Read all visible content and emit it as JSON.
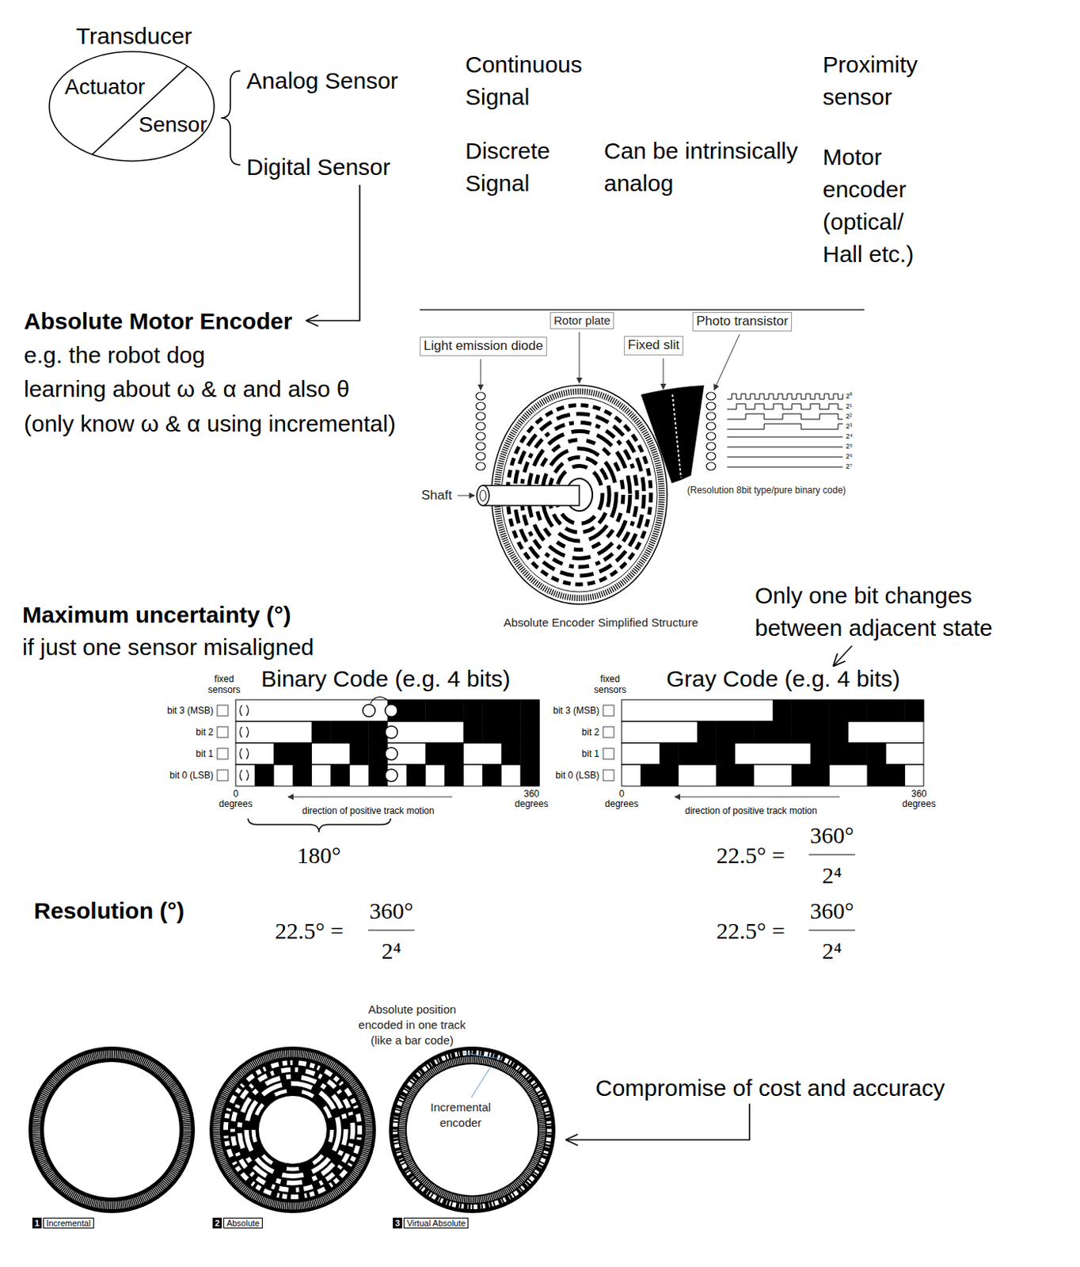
{
  "diagram": {
    "nodes": [
      {
        "text": [
          "Transducer",
          "Actuator",
          "Sensor"
        ]
      },
      {
        "text": [
          "Rotor plate"
        ]
      },
      {
        "text": [
          "Photo transistor"
        ]
      },
      {
        "text": [
          "Light emission diode"
        ]
      },
      {
        "text": [
          "Fixed slit"
        ]
      },
      {
        "text": [
          "1",
          "Incremental"
        ]
      },
      {
        "text": [
          "2",
          "Absolute"
        ]
      },
      {
        "text": [
          "3",
          "Virtual Absolute"
        ]
      }
    ],
    "labels": [
      "Analog Sensor",
      "Digital Sensor",
      "Continuous Signal",
      "Discrete Signal",
      "Can be intrinsically analog",
      "Proximity sensor",
      "Motor encoder (optical/ Hall etc.)",
      "Absolute Motor Encoder",
      "e.g. the robot dog",
      "learning about ω & α and also θ",
      "(only know ω & α using incremental)",
      "Shaft",
      "2⁰",
      "2¹",
      "2²",
      "2³",
      "2⁴",
      "2⁵",
      "2⁶",
      "2⁷",
      "(Resolution 8bit type/pure binary code)",
      "Absolute Encoder Simplified Structure",
      "Maximum uncertainty (°)",
      "if just one sensor misaligned",
      "Only one bit changes between adjacent state",
      "fixed sensors",
      "Binary Code (e.g. 4 bits)",
      "bit 3 (MSB)",
      "bit 2",
      "bit 1",
      "bit 0 (LSB)",
      "0 degrees",
      "direction of positive track motion",
      "360 degrees",
      "180°",
      "fixed sensors",
      "Gray Code (e.g. 4 bits)",
      "bit 3 (MSB)",
      "bit 2",
      "bit 1",
      "bit 0 (LSB)",
      "0 degrees",
      "direction of positive track motion",
      "360 degrees",
      "22.5° =",
      "360°",
      "2⁴",
      "Resolution (°)",
      "22.5° =",
      "360°",
      "2⁴",
      "22.5° =",
      "360°",
      "2⁴",
      "Absolute position encoded in one track (like a bar code)",
      "Incremental encoder",
      "Compromise of cost and accuracy"
    ]
  }
}
